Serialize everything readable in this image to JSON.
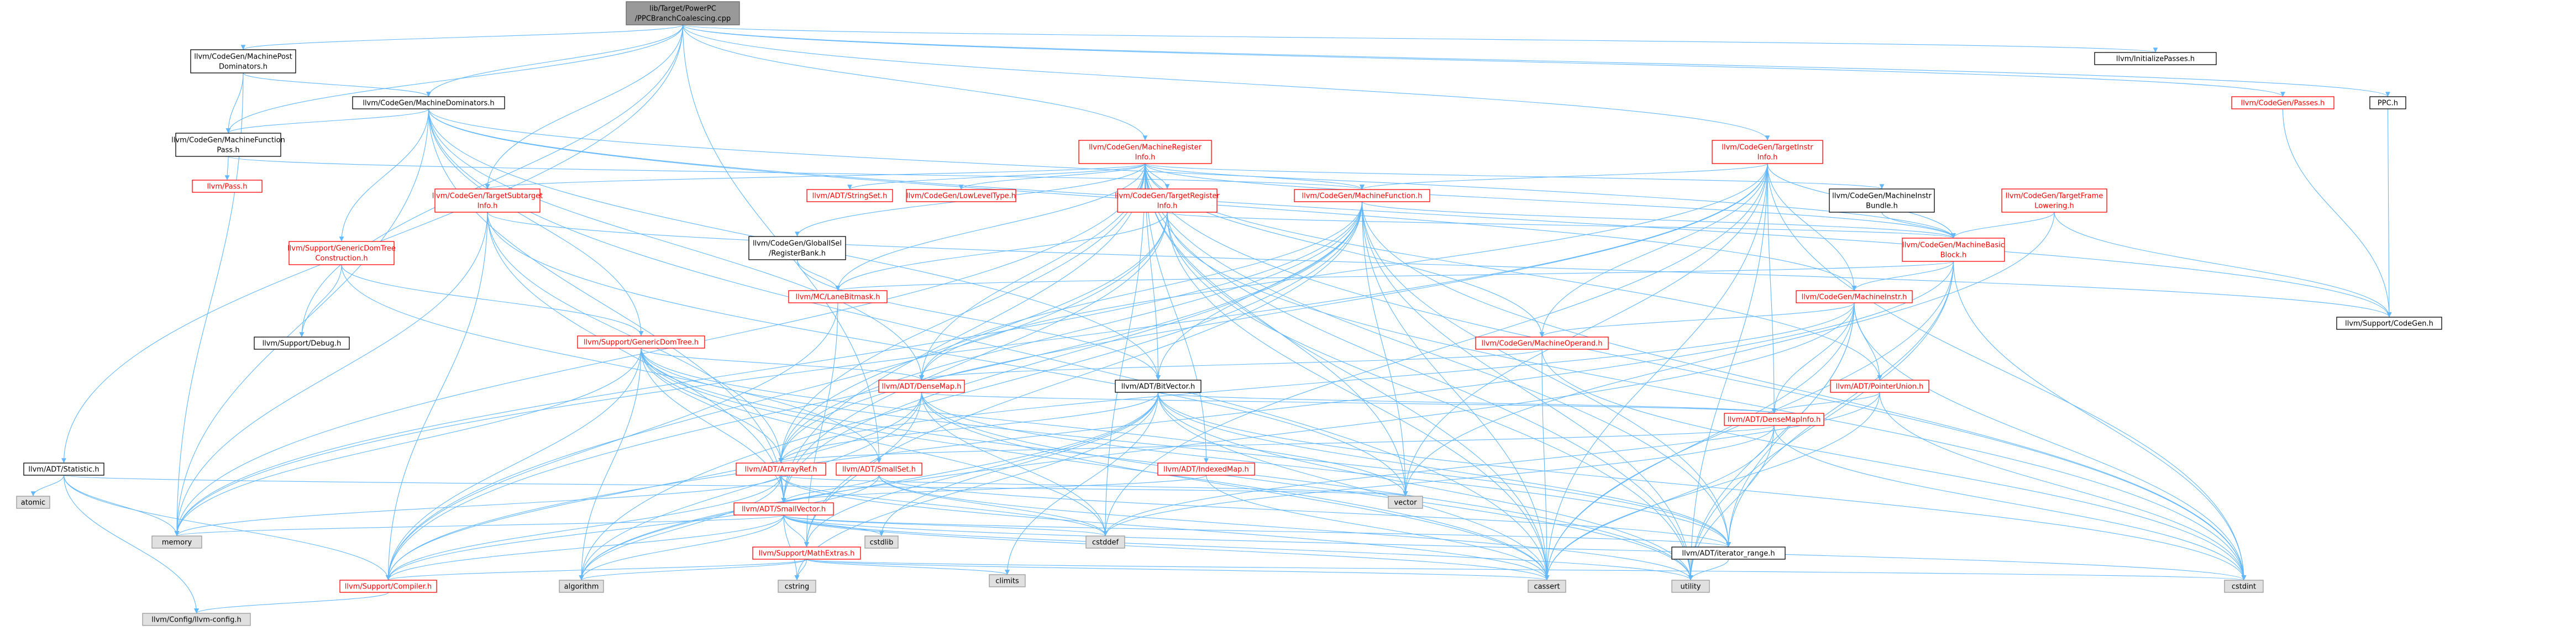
{
  "colors": {
    "edge": "#63b8ff",
    "root_fill": "#999999",
    "root_border": "#666666",
    "fill": "#ffffff",
    "black_border": "#000000",
    "red_border": "#ff0000",
    "sys_fill": "#e0e0e0",
    "sys_border": "#999999",
    "red_text": "#ff0000",
    "text": "#000000"
  },
  "nodes": [
    {
      "id": "root",
      "lines": [
        "lib/Target/PowerPC",
        "/PPCBranchCoalescing.cpp"
      ],
      "style": "root"
    },
    {
      "id": "mpdt",
      "lines": [
        "llvm/CodeGen/MachinePost",
        "Dominators.h"
      ],
      "style": "black"
    },
    {
      "id": "mdt",
      "lines": [
        "llvm/CodeGen/MachineDominators.h"
      ],
      "style": "black"
    },
    {
      "id": "mfpass",
      "lines": [
        "llvm/CodeGen/MachineFunction",
        "Pass.h"
      ],
      "style": "black"
    },
    {
      "id": "pass",
      "lines": [
        "llvm/Pass.h"
      ],
      "style": "red"
    },
    {
      "id": "mri",
      "lines": [
        "llvm/CodeGen/MachineRegister",
        "Info.h"
      ],
      "style": "red"
    },
    {
      "id": "tii",
      "lines": [
        "llvm/CodeGen/TargetInstr",
        "Info.h"
      ],
      "style": "red"
    },
    {
      "id": "initpasses",
      "lines": [
        "llvm/InitializePasses.h"
      ],
      "style": "black"
    },
    {
      "id": "passes",
      "lines": [
        "llvm/CodeGen/Passes.h"
      ],
      "style": "red"
    },
    {
      "id": "ppch",
      "lines": [
        "PPC.h"
      ],
      "style": "black"
    },
    {
      "id": "supcg",
      "lines": [
        "llvm/Support/CodeGen.h"
      ],
      "style": "black"
    },
    {
      "id": "tsi",
      "lines": [
        "llvm/CodeGen/TargetSubtarget",
        "Info.h"
      ],
      "style": "red"
    },
    {
      "id": "stringset",
      "lines": [
        "llvm/ADT/StringSet.h"
      ],
      "style": "red"
    },
    {
      "id": "lowlevel",
      "lines": [
        "llvm/CodeGen/LowLevelType.h"
      ],
      "style": "red"
    },
    {
      "id": "tri",
      "lines": [
        "llvm/CodeGen/TargetRegister",
        "Info.h"
      ],
      "style": "red"
    },
    {
      "id": "mf",
      "lines": [
        "llvm/CodeGen/MachineFunction.h"
      ],
      "style": "red"
    },
    {
      "id": "mib",
      "lines": [
        "llvm/CodeGen/MachineInstr",
        "Bundle.h"
      ],
      "style": "black"
    },
    {
      "id": "tfl",
      "lines": [
        "llvm/CodeGen/TargetFrame",
        "Lowering.h"
      ],
      "style": "red"
    },
    {
      "id": "gisel",
      "lines": [
        "llvm/CodeGen/GlobalISel",
        "/RegisterBank.h"
      ],
      "style": "black"
    },
    {
      "id": "mbb",
      "lines": [
        "llvm/CodeGen/MachineBasic",
        "Block.h"
      ],
      "style": "red"
    },
    {
      "id": "lanebm",
      "lines": [
        "llvm/MC/LaneBitmask.h"
      ],
      "style": "red"
    },
    {
      "id": "mi",
      "lines": [
        "llvm/CodeGen/MachineInstr.h"
      ],
      "style": "red"
    },
    {
      "id": "gdtc",
      "lines": [
        "llvm/Support/GenericDomTree",
        "Construction.h"
      ],
      "style": "red"
    },
    {
      "id": "debug",
      "lines": [
        "llvm/Support/Debug.h"
      ],
      "style": "black"
    },
    {
      "id": "gdt",
      "lines": [
        "llvm/Support/GenericDomTree.h"
      ],
      "style": "red"
    },
    {
      "id": "mo",
      "lines": [
        "llvm/CodeGen/MachineOperand.h"
      ],
      "style": "red"
    },
    {
      "id": "densemap",
      "lines": [
        "llvm/ADT/DenseMap.h"
      ],
      "style": "red"
    },
    {
      "id": "bitvector",
      "lines": [
        "llvm/ADT/BitVector.h"
      ],
      "style": "black"
    },
    {
      "id": "ptrunion",
      "lines": [
        "llvm/ADT/PointerUnion.h"
      ],
      "style": "red"
    },
    {
      "id": "dmi",
      "lines": [
        "llvm/ADT/DenseMapInfo.h"
      ],
      "style": "red"
    },
    {
      "id": "indexedmap",
      "lines": [
        "llvm/ADT/IndexedMap.h"
      ],
      "style": "red"
    },
    {
      "id": "statistic",
      "lines": [
        "llvm/ADT/Statistic.h"
      ],
      "style": "black"
    },
    {
      "id": "arrayref",
      "lines": [
        "llvm/ADT/ArrayRef.h"
      ],
      "style": "red"
    },
    {
      "id": "smallset",
      "lines": [
        "llvm/ADT/SmallSet.h"
      ],
      "style": "red"
    },
    {
      "id": "atomic",
      "lines": [
        "atomic"
      ],
      "style": "sys"
    },
    {
      "id": "vector",
      "lines": [
        "vector"
      ],
      "style": "sys"
    },
    {
      "id": "smallvector",
      "lines": [
        "llvm/ADT/SmallVector.h"
      ],
      "style": "red"
    },
    {
      "id": "memory",
      "lines": [
        "memory"
      ],
      "style": "sys"
    },
    {
      "id": "climits",
      "lines": [
        "climits"
      ],
      "style": "sys"
    },
    {
      "id": "cstdlib",
      "lines": [
        "cstdlib"
      ],
      "style": "sys"
    },
    {
      "id": "cstddef",
      "lines": [
        "cstddef"
      ],
      "style": "sys"
    },
    {
      "id": "mathextras",
      "lines": [
        "llvm/Support/MathExtras.h"
      ],
      "style": "red"
    },
    {
      "id": "iterrange",
      "lines": [
        "llvm/ADT/iterator_range.h"
      ],
      "style": "black"
    },
    {
      "id": "compiler",
      "lines": [
        "llvm/Support/Compiler.h"
      ],
      "style": "red"
    },
    {
      "id": "algorithm",
      "lines": [
        "algorithm"
      ],
      "style": "sys"
    },
    {
      "id": "cstring",
      "lines": [
        "cstring"
      ],
      "style": "sys"
    },
    {
      "id": "cassert",
      "lines": [
        "cassert"
      ],
      "style": "sys"
    },
    {
      "id": "utility",
      "lines": [
        "utility"
      ],
      "style": "sys"
    },
    {
      "id": "cstdint",
      "lines": [
        "cstdint"
      ],
      "style": "sys"
    },
    {
      "id": "llvmconfig",
      "lines": [
        "llvm/Config/llvm-config.h"
      ],
      "style": "sys"
    }
  ],
  "edges": [
    [
      "root",
      "mpdt"
    ],
    [
      "root",
      "mdt"
    ],
    [
      "root",
      "mfpass"
    ],
    [
      "root",
      "mri"
    ],
    [
      "root",
      "tii"
    ],
    [
      "root",
      "initpasses"
    ],
    [
      "root",
      "passes"
    ],
    [
      "root",
      "ppch"
    ],
    [
      "root",
      "tsi"
    ],
    [
      "root",
      "debug"
    ],
    [
      "root",
      "statistic"
    ],
    [
      "root",
      "smallset"
    ],
    [
      "mpdt",
      "mdt"
    ],
    [
      "mpdt",
      "mfpass"
    ],
    [
      "mpdt",
      "memory"
    ],
    [
      "mdt",
      "mfpass"
    ],
    [
      "mdt",
      "mbb"
    ],
    [
      "mdt",
      "mi"
    ],
    [
      "mdt",
      "gdtc"
    ],
    [
      "mdt",
      "gdt"
    ],
    [
      "mdt",
      "densemap"
    ],
    [
      "mdt",
      "smallvector"
    ],
    [
      "mdt",
      "bitvector"
    ],
    [
      "mdt",
      "memory"
    ],
    [
      "mdt",
      "cassert"
    ],
    [
      "mdt",
      "supcg"
    ],
    [
      "mfpass",
      "pass"
    ],
    [
      "mfpass",
      "mf"
    ],
    [
      "mri",
      "stringset"
    ],
    [
      "mri",
      "lowlevel"
    ],
    [
      "mri",
      "tri"
    ],
    [
      "mri",
      "mf"
    ],
    [
      "mri",
      "mib"
    ],
    [
      "mri",
      "gisel"
    ],
    [
      "mri",
      "mbb"
    ],
    [
      "mri",
      "lanebm"
    ],
    [
      "mri",
      "mo"
    ],
    [
      "mri",
      "densemap"
    ],
    [
      "mri",
      "bitvector"
    ],
    [
      "mri",
      "indexedmap"
    ],
    [
      "mri",
      "arrayref"
    ],
    [
      "mri",
      "smallvector"
    ],
    [
      "mri",
      "ptrunion"
    ],
    [
      "mri",
      "iterrange"
    ],
    [
      "mri",
      "memory"
    ],
    [
      "mri",
      "vector"
    ],
    [
      "mri",
      "cassert"
    ],
    [
      "mri",
      "cstddef"
    ],
    [
      "mri",
      "cstdint"
    ],
    [
      "mri",
      "utility"
    ],
    [
      "mri",
      "tsi"
    ],
    [
      "tii",
      "mbb"
    ],
    [
      "tii",
      "mi"
    ],
    [
      "tii",
      "mo"
    ],
    [
      "tii",
      "mf"
    ],
    [
      "tii",
      "densemap"
    ],
    [
      "tii",
      "dmi"
    ],
    [
      "tii",
      "arrayref"
    ],
    [
      "tii",
      "vector"
    ],
    [
      "tii",
      "cassert"
    ],
    [
      "tii",
      "cstddef"
    ],
    [
      "tii",
      "cstdint"
    ],
    [
      "tii",
      "utility"
    ],
    [
      "tii",
      "memory"
    ],
    [
      "passes",
      "supcg"
    ],
    [
      "ppch",
      "supcg"
    ],
    [
      "tsi",
      "arrayref"
    ],
    [
      "tsi",
      "smallvector"
    ],
    [
      "tsi",
      "supcg"
    ],
    [
      "tsi",
      "memory"
    ],
    [
      "tsi",
      "vector"
    ],
    [
      "tsi",
      "compiler"
    ],
    [
      "tri",
      "arrayref"
    ],
    [
      "tri",
      "smallvector"
    ],
    [
      "tri",
      "mbb"
    ],
    [
      "tri",
      "lanebm"
    ],
    [
      "tri",
      "compiler"
    ],
    [
      "tri",
      "cassert"
    ],
    [
      "tri",
      "cstdint"
    ],
    [
      "tri",
      "utility"
    ],
    [
      "mf",
      "arrayref"
    ],
    [
      "mf",
      "bitvector"
    ],
    [
      "mf",
      "densemap"
    ],
    [
      "mf",
      "smallvector"
    ],
    [
      "mf",
      "mbb"
    ],
    [
      "mf",
      "mathextras"
    ],
    [
      "mf",
      "compiler"
    ],
    [
      "mf",
      "algorithm"
    ],
    [
      "mf",
      "cassert"
    ],
    [
      "mf",
      "cstdint"
    ],
    [
      "mf",
      "memory"
    ],
    [
      "mf",
      "utility"
    ],
    [
      "mf",
      "vector"
    ],
    [
      "mf",
      "iterrange"
    ],
    [
      "mib",
      "mbb"
    ],
    [
      "tfl",
      "mbb"
    ],
    [
      "tfl",
      "supcg"
    ],
    [
      "tfl",
      "vector"
    ],
    [
      "gisel",
      "bitvector"
    ],
    [
      "gisel",
      "lanebm"
    ],
    [
      "mbb",
      "mi"
    ],
    [
      "mbb",
      "lanebm"
    ],
    [
      "mbb",
      "iterrange"
    ],
    [
      "mbb",
      "cassert"
    ],
    [
      "mbb",
      "cstdint"
    ],
    [
      "mbb",
      "utility"
    ],
    [
      "mbb",
      "compiler"
    ],
    [
      "lanebm",
      "compiler"
    ],
    [
      "lanebm",
      "mathextras"
    ],
    [
      "mi",
      "mo"
    ],
    [
      "mi",
      "dmi"
    ],
    [
      "mi",
      "ptrunion"
    ],
    [
      "mi",
      "arrayref"
    ],
    [
      "mi",
      "iterrange"
    ],
    [
      "mi",
      "cassert"
    ],
    [
      "mi",
      "cstdint"
    ],
    [
      "mi",
      "utility"
    ],
    [
      "mi",
      "algorithm"
    ],
    [
      "gdtc",
      "smallset"
    ],
    [
      "gdtc",
      "debug"
    ],
    [
      "gdtc",
      "gdt"
    ],
    [
      "gdt",
      "densemap"
    ],
    [
      "gdt",
      "smallvector"
    ],
    [
      "gdt",
      "arrayref"
    ],
    [
      "gdt",
      "compiler"
    ],
    [
      "gdt",
      "algorithm"
    ],
    [
      "gdt",
      "cassert"
    ],
    [
      "gdt",
      "cstddef"
    ],
    [
      "gdt",
      "iterrange"
    ],
    [
      "gdt",
      "memory"
    ],
    [
      "gdt",
      "utility"
    ],
    [
      "gdt",
      "vector"
    ],
    [
      "mo",
      "densemap"
    ],
    [
      "mo",
      "cassert"
    ],
    [
      "mo",
      "cstdint"
    ],
    [
      "densemap",
      "dmi"
    ],
    [
      "densemap",
      "mathextras"
    ],
    [
      "densemap",
      "compiler"
    ],
    [
      "densemap",
      "algorithm"
    ],
    [
      "densemap",
      "cassert"
    ],
    [
      "densemap",
      "cstddef"
    ],
    [
      "densemap",
      "utility"
    ],
    [
      "densemap",
      "iterrange"
    ],
    [
      "bitvector",
      "arrayref"
    ],
    [
      "bitvector",
      "dmi"
    ],
    [
      "bitvector",
      "iterrange"
    ],
    [
      "bitvector",
      "mathextras"
    ],
    [
      "bitvector",
      "algorithm"
    ],
    [
      "bitvector",
      "cassert"
    ],
    [
      "bitvector",
      "climits"
    ],
    [
      "bitvector",
      "cstdint"
    ],
    [
      "bitvector",
      "cstdlib"
    ],
    [
      "bitvector",
      "cstring"
    ],
    [
      "bitvector",
      "utility"
    ],
    [
      "ptrunion",
      "dmi"
    ],
    [
      "ptrunion",
      "cassert"
    ],
    [
      "ptrunion",
      "cstddef"
    ],
    [
      "ptrunion",
      "cstdint"
    ],
    [
      "dmi",
      "cassert"
    ],
    [
      "dmi",
      "cstddef"
    ],
    [
      "dmi",
      "cstdint"
    ],
    [
      "dmi",
      "utility"
    ],
    [
      "dmi",
      "arrayref"
    ],
    [
      "indexedmap",
      "smallvector"
    ],
    [
      "indexedmap",
      "cassert"
    ],
    [
      "statistic",
      "compiler"
    ],
    [
      "statistic",
      "llvmconfig"
    ],
    [
      "statistic",
      "atomic"
    ],
    [
      "statistic",
      "memory"
    ],
    [
      "statistic",
      "vector"
    ],
    [
      "arrayref",
      "smallvector"
    ],
    [
      "arrayref",
      "compiler"
    ],
    [
      "arrayref",
      "algorithm"
    ],
    [
      "arrayref",
      "cassert"
    ],
    [
      "arrayref",
      "cstddef"
    ],
    [
      "arrayref",
      "memory"
    ],
    [
      "arrayref",
      "vector"
    ],
    [
      "smallset",
      "smallvector"
    ],
    [
      "smallset",
      "compiler"
    ],
    [
      "smallset",
      "cstddef"
    ],
    [
      "smallset",
      "utility"
    ],
    [
      "smallset",
      "iterrange"
    ],
    [
      "smallvector",
      "compiler"
    ],
    [
      "smallvector",
      "algorithm"
    ],
    [
      "smallvector",
      "cassert"
    ],
    [
      "smallvector",
      "cstddef"
    ],
    [
      "smallvector",
      "cstdint"
    ],
    [
      "smallvector",
      "cstdlib"
    ],
    [
      "smallvector",
      "cstring"
    ],
    [
      "smallvector",
      "memory"
    ],
    [
      "smallvector",
      "utility"
    ],
    [
      "smallvector",
      "mathextras"
    ],
    [
      "smallvector",
      "iterrange"
    ],
    [
      "mathextras",
      "compiler"
    ],
    [
      "mathextras",
      "cassert"
    ],
    [
      "mathextras",
      "climits"
    ],
    [
      "mathextras",
      "cstdint"
    ],
    [
      "mathextras",
      "cstring"
    ],
    [
      "mathextras",
      "algorithm"
    ],
    [
      "iterrange",
      "utility"
    ],
    [
      "compiler",
      "llvmconfig"
    ]
  ]
}
